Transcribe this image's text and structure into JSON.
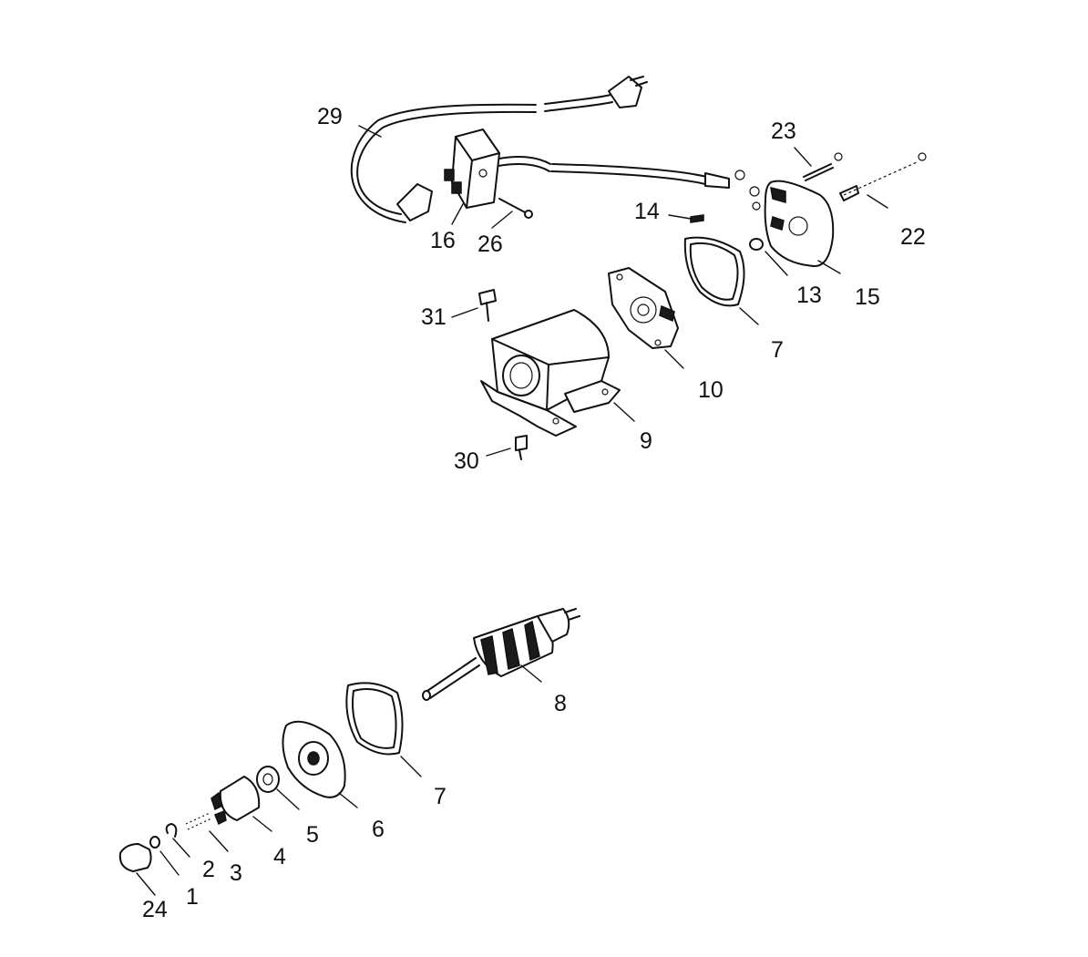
{
  "diagram": {
    "upper_group_callouts": [
      "29",
      "23",
      "14",
      "16",
      "26",
      "22",
      "13",
      "15",
      "31",
      "7",
      "10",
      "9",
      "30"
    ],
    "lower_group_callouts": [
      "8",
      "7",
      "6",
      "5",
      "4",
      "3",
      "2",
      "1",
      "24"
    ]
  },
  "callouts": {
    "c29": "29",
    "c23": "23",
    "c14": "14",
    "c16": "16",
    "c26": "26",
    "c22": "22",
    "c13": "13",
    "c15": "15",
    "c31": "31",
    "c7a": "7",
    "c10": "10",
    "c9": "9",
    "c30": "30",
    "c8": "8",
    "c7b": "7",
    "c6": "6",
    "c5": "5",
    "c4": "4",
    "c3": "3",
    "c2": "2",
    "c1": "1",
    "c24": "24"
  }
}
